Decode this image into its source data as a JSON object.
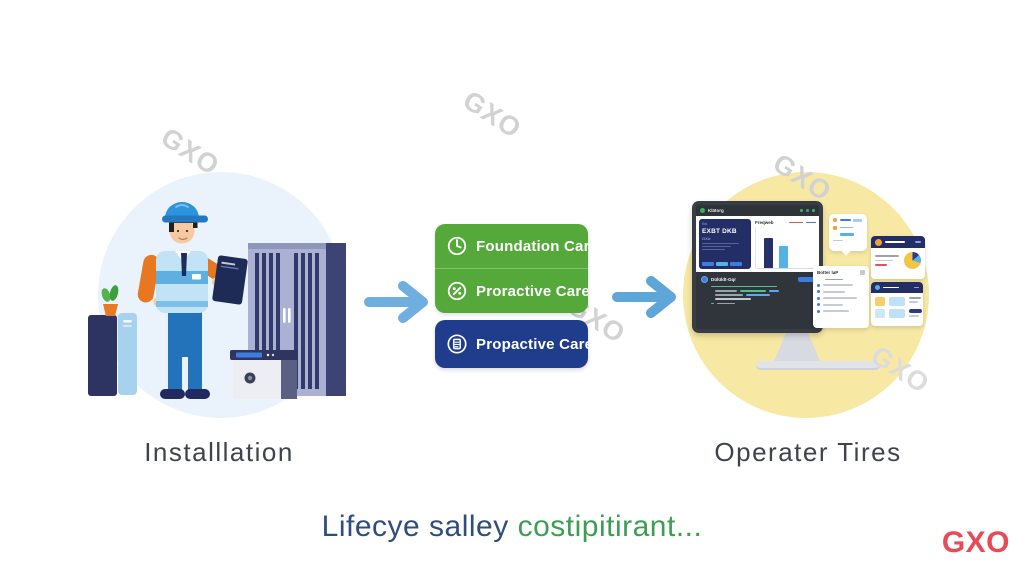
{
  "watermark_text": "GXO",
  "brand_logo": {
    "text": "GXO",
    "color": "#e84a57"
  },
  "left_stage": {
    "label": "Installlation"
  },
  "right_stage": {
    "label": "Operater Tires"
  },
  "care_badges": {
    "items": [
      {
        "label": "Foundation Care",
        "icon": "clock-icon",
        "bg": "#54a93a"
      },
      {
        "label": "Proractive Care",
        "icon": "percent-icon",
        "bg": "#54a93a"
      },
      {
        "label": "Propactive Care",
        "icon": "document-icon",
        "bg": "#1f3d8c"
      }
    ]
  },
  "tagline": {
    "part1": "Lifecye salley",
    "part2": "costipitirant...",
    "part1_color": "#2e4e7e",
    "part2_color": "#3c9e54"
  },
  "monitor_screen": {
    "header_title": "Klätorg",
    "card_kicker": "Kw.",
    "card_title": "EXBT DKB",
    "card_subtitle": "GXû·",
    "chart_title": "Freqweb",
    "terminal_title": "Dülüldt-Gqr",
    "side_panel_title": "Botter laP"
  },
  "colors": {
    "green_badge": "#54a93a",
    "navy_badge": "#1f3d8c",
    "arrow_blue": "#6fafe0",
    "yellow_circle": "#f7e9a4",
    "left_circle": "#eaf2fb",
    "label_gray": "#3f444c"
  }
}
